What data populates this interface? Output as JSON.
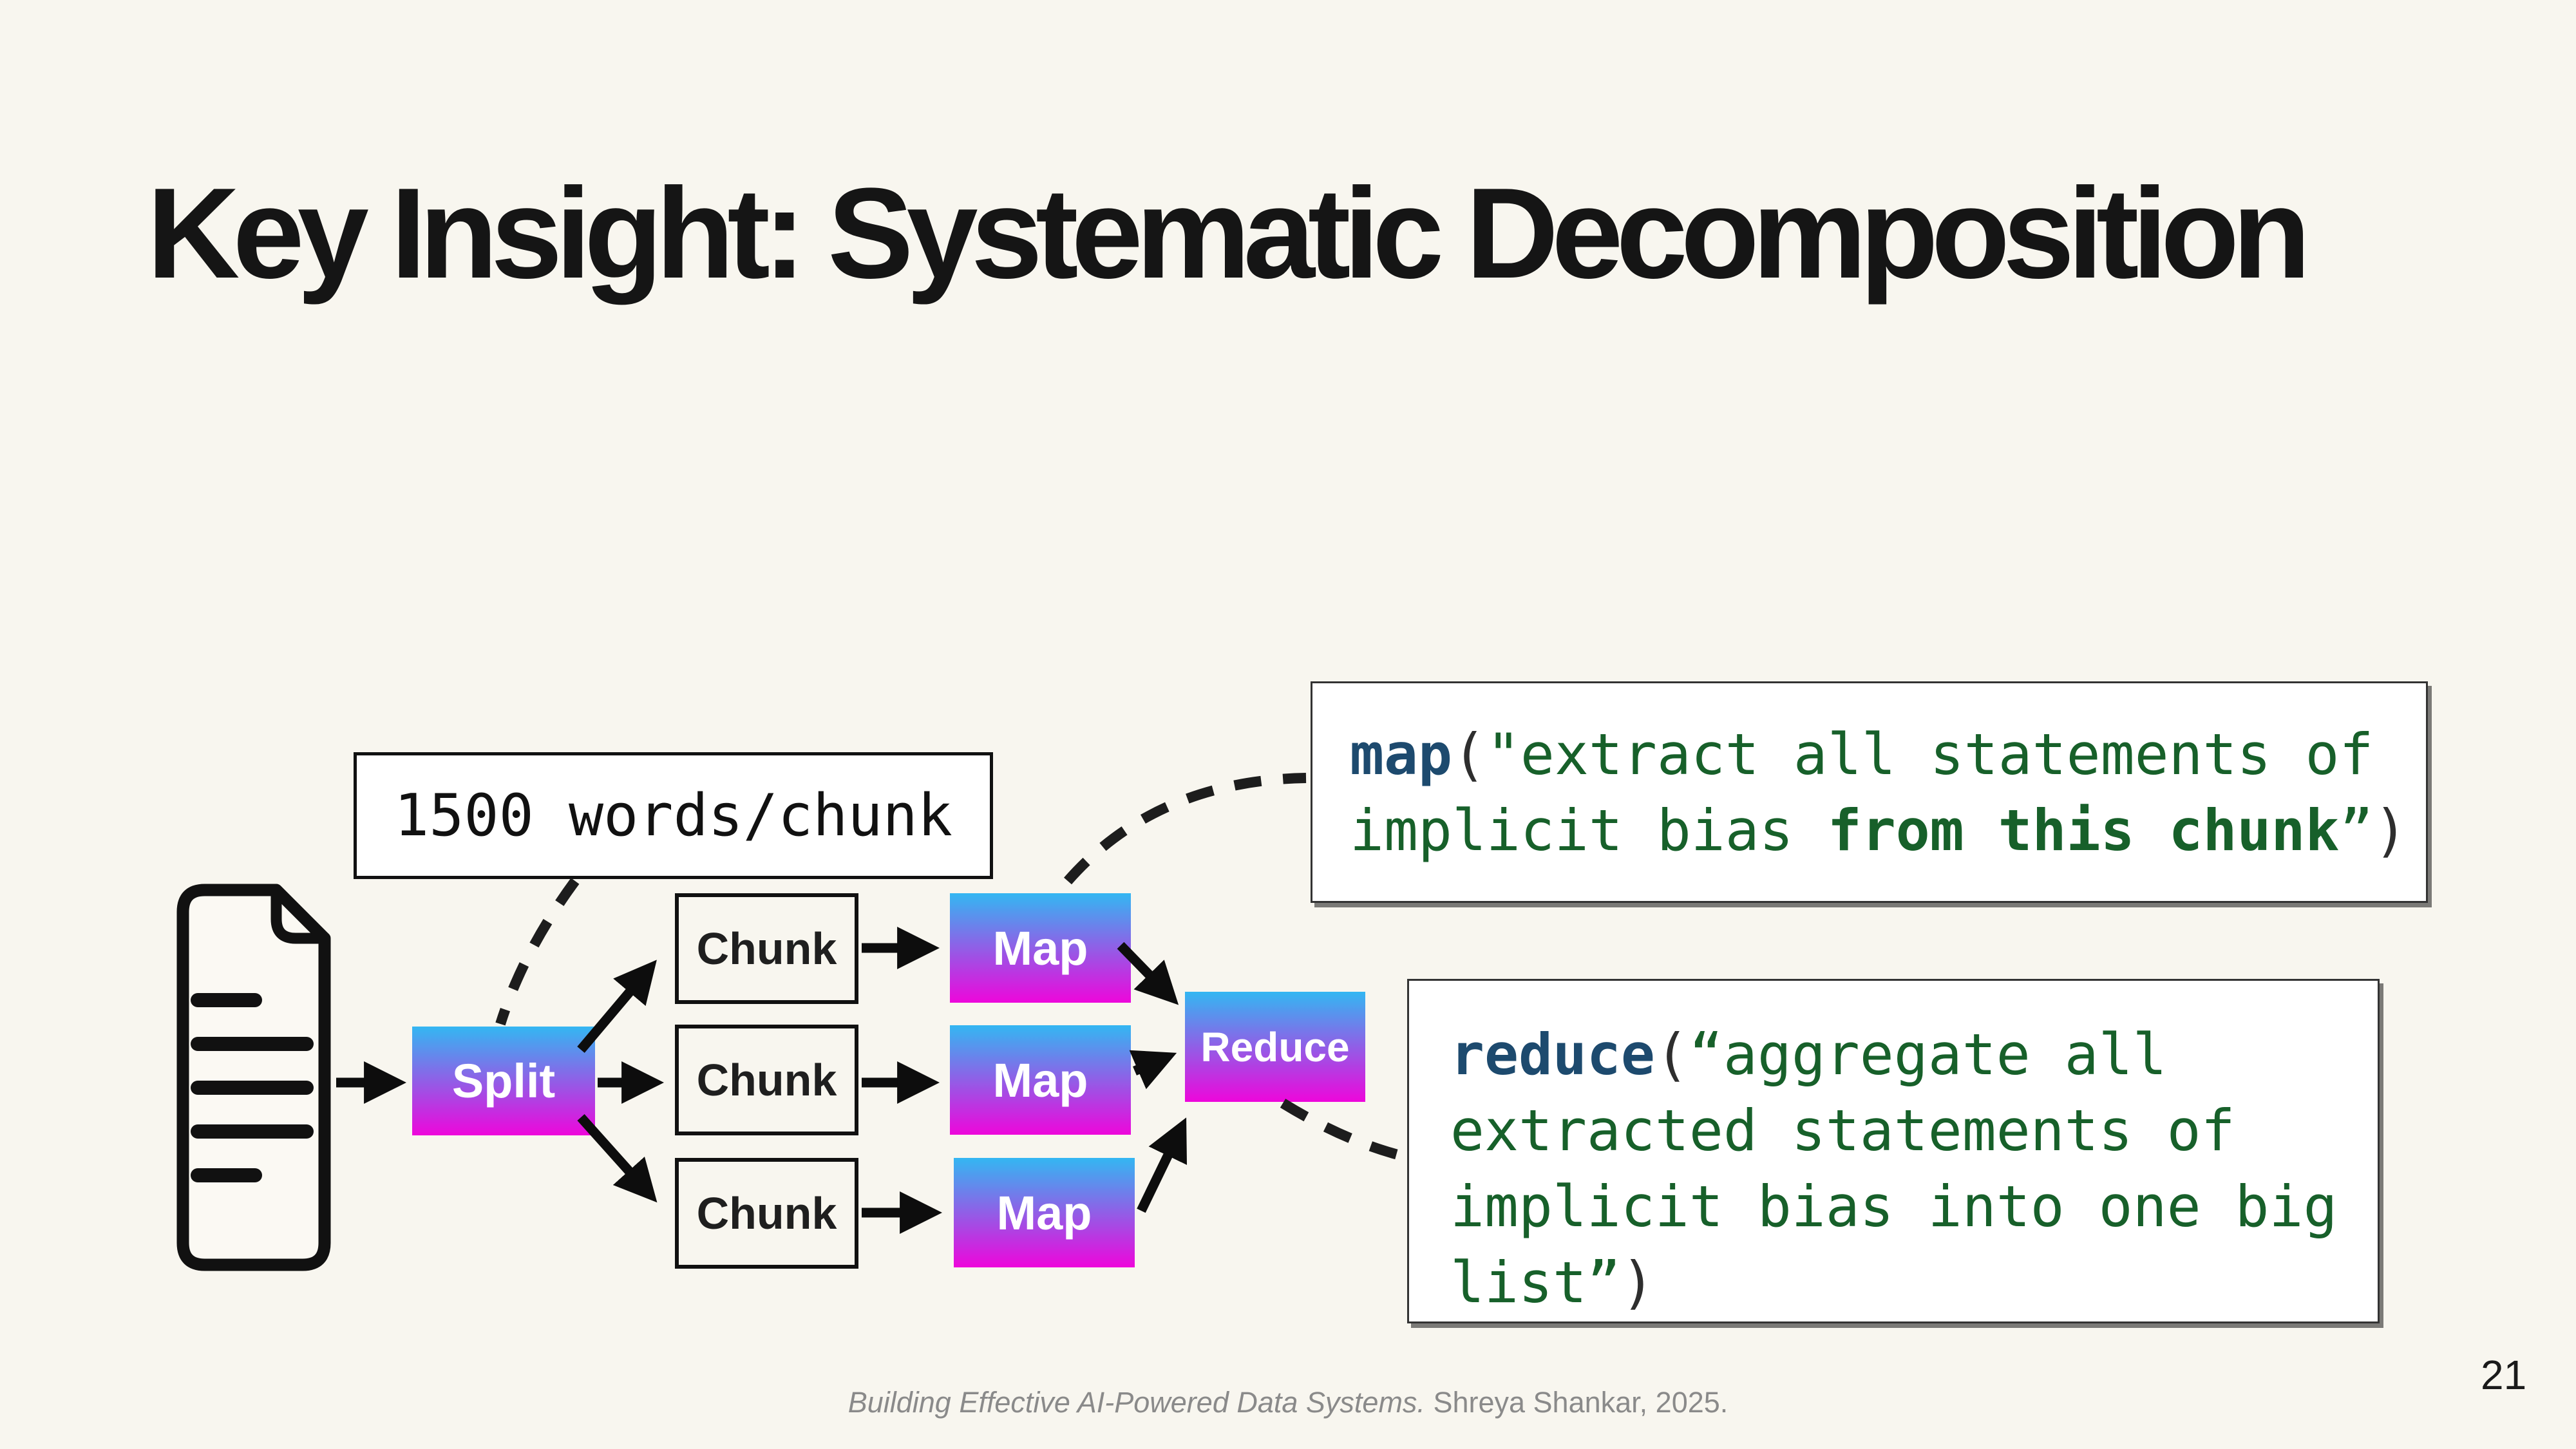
{
  "slide": {
    "title": "Key Insight: Systematic Decomposition",
    "page_number": "21",
    "footer_citation": "Building Effective AI-Powered Data Systems.",
    "footer_author": " Shreya Shankar, 2025."
  },
  "diagram": {
    "note_label": "1500 words/chunk",
    "split_label": "Split",
    "chunk_labels": [
      "Chunk",
      "Chunk",
      "Chunk"
    ],
    "map_labels": [
      "Map",
      "Map",
      "Map"
    ],
    "reduce_label": "Reduce",
    "icons": [
      "document-icon",
      "arrow-icon",
      "dashed-connector"
    ]
  },
  "code_map": {
    "fn": "map",
    "open_paren": "(",
    "quote_open": "\"",
    "line1_str": "extract all statements of",
    "line2_plain": "implicit bias ",
    "line2_bold": "from this chunk",
    "quote_close": "”",
    "close_paren": ")"
  },
  "code_reduce": {
    "fn": "reduce",
    "open_paren": "(",
    "quote_open": "“",
    "line1_str": "aggregate all",
    "line2_str": "extracted statements of",
    "line3_str": "implicit bias into one big",
    "line4_str": "list",
    "quote_close": "”",
    "close_paren": ")"
  },
  "colors": {
    "gradient_top": "#33b7f2",
    "gradient_bottom": "#ee06db",
    "keyword": "#1d4a6e",
    "string_green": "#17602a",
    "punct": "#2e2e2e",
    "background": "#f8f6ef",
    "ink": "#141414",
    "footer_gray": "#8a8a8a"
  }
}
